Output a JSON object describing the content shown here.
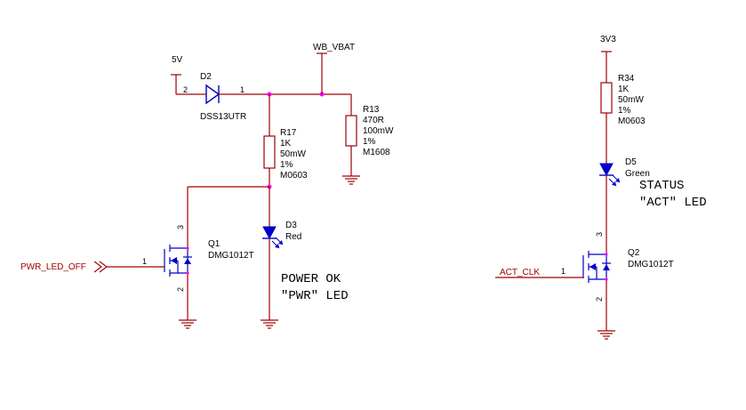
{
  "power_nets": {
    "v5": "5V",
    "wb_vbat": "WB_VBAT",
    "v3v3": "3V3"
  },
  "signals": {
    "pwr_led_off": "PWR_LED_OFF",
    "act_clk": "ACT_CLK"
  },
  "d2": {
    "ref": "D2",
    "part": "DSS13UTR",
    "pin_a": "2",
    "pin_k": "1"
  },
  "r13": {
    "ref": "R13",
    "value": "470R",
    "power": "100mW",
    "tol": "1%",
    "pkg": "M1608"
  },
  "r17": {
    "ref": "R17",
    "value": "1K",
    "power": "50mW",
    "tol": "1%",
    "pkg": "M0603"
  },
  "d3": {
    "ref": "D3",
    "color": "Red"
  },
  "q1": {
    "ref": "Q1",
    "part": "DMG1012T",
    "pin_g": "1",
    "pin_d": "3",
    "pin_s": "2"
  },
  "r34": {
    "ref": "R34",
    "value": "1K",
    "power": "50mW",
    "tol": "1%",
    "pkg": "M0603"
  },
  "d5": {
    "ref": "D5",
    "color": "Green"
  },
  "q2": {
    "ref": "Q2",
    "part": "DMG1012T",
    "pin_g": "1",
    "pin_d": "3",
    "pin_s": "2"
  },
  "notes": {
    "power_line1": "POWER OK",
    "power_line2": "\"PWR\" LED",
    "status_line1": "STATUS",
    "status_line2": "\"ACT\" LED"
  },
  "colors": {
    "wire": "#a00000",
    "component": "#0000c8",
    "junction": "#ff00ff"
  }
}
